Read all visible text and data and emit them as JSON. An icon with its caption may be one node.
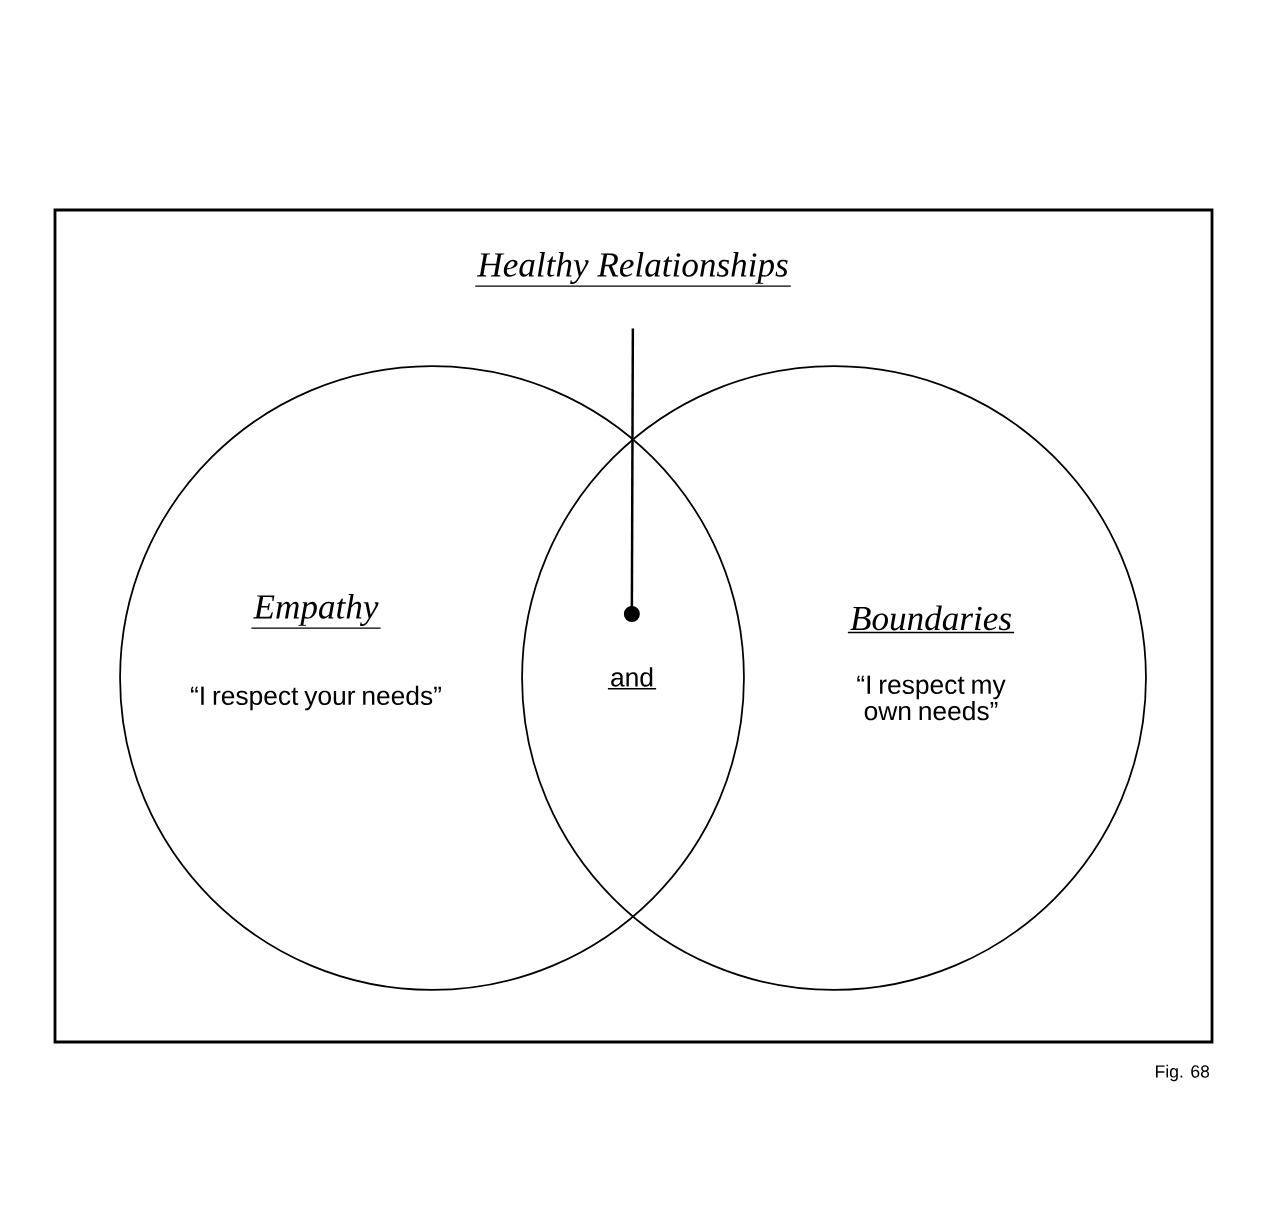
{
  "diagram": {
    "nodes": [
      {
        "text": [
          "Healthy Relationships"
        ]
      },
      {
        "text": [
          "Empathy",
          "“I respect your needs”"
        ]
      },
      {
        "text": [
          "Boundaries",
          "“I respect my own needs”"
        ]
      }
    ],
    "edges": [
      {
        "from": 0,
        "to": 1,
        "arrow": "other"
      }
    ],
    "labels": [
      "and",
      "Fig. 68"
    ]
  }
}
